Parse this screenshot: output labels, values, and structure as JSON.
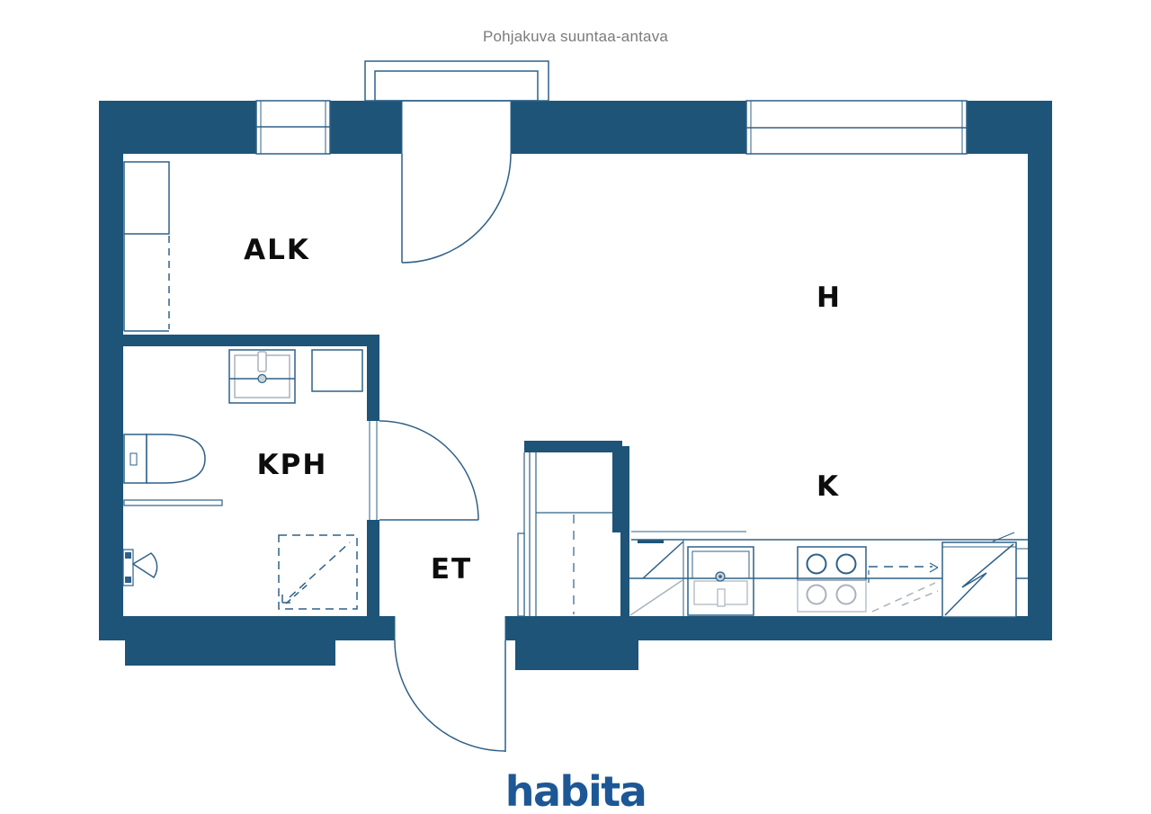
{
  "title": "Pohjakuva suuntaa-antava",
  "brand": {
    "logo_text": "habita",
    "logo_color": "#1d5795"
  },
  "colors": {
    "wall_fill": "#1d5478",
    "line": "#2e6088",
    "light_line": "#a8b2bc",
    "label_text": "#0d0d0d",
    "title_text": "#7b7b7b",
    "background": "#ffffff"
  },
  "rooms": [
    {
      "id": "alk",
      "label": "ALK"
    },
    {
      "id": "h",
      "label": "H"
    },
    {
      "id": "kph",
      "label": "KPH"
    },
    {
      "id": "et",
      "label": "ET"
    },
    {
      "id": "k",
      "label": "K"
    }
  ],
  "symbols": [
    "window",
    "entrance-canopy",
    "interior-door",
    "entrance-door",
    "wardrobe",
    "toilet",
    "washbasin",
    "bathroom-cabinet",
    "towel-rail",
    "shower-mixer",
    "shower-corner",
    "hall-closet",
    "kitchen-counter",
    "kitchen-sink",
    "stove",
    "refrigerator"
  ]
}
